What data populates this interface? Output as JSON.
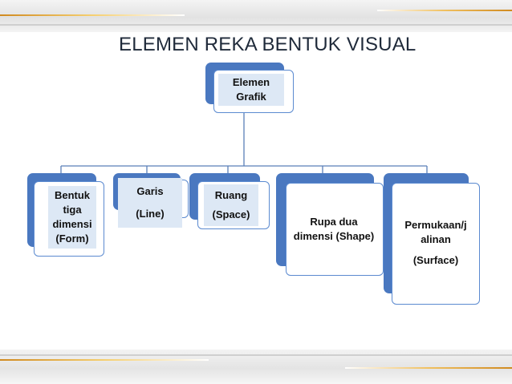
{
  "slide": {
    "title": "ELEMEN REKA BENTUK VISUAL"
  },
  "diagram": {
    "root": {
      "line1": "Elemen",
      "line2": "Grafik"
    },
    "children": [
      {
        "lines": [
          "Bentuk",
          "tiga",
          "dimensi",
          "(Form)"
        ]
      },
      {
        "line1": "Garis",
        "line2": "(Line)"
      },
      {
        "line1": "Ruang",
        "line2": "(Space)"
      },
      {
        "line1": "Rupa dua",
        "line2": "dimensi (Shape)"
      },
      {
        "line1": "Permukaan/j",
        "line2": "alinan",
        "line3": "(Surface)"
      }
    ]
  },
  "colors": {
    "node_back": "#4a78c0",
    "node_border": "#5b8ad0",
    "label_fill": "#dde8f5",
    "connector": "#5b7fb8",
    "accent_gold": "#e0a030"
  }
}
